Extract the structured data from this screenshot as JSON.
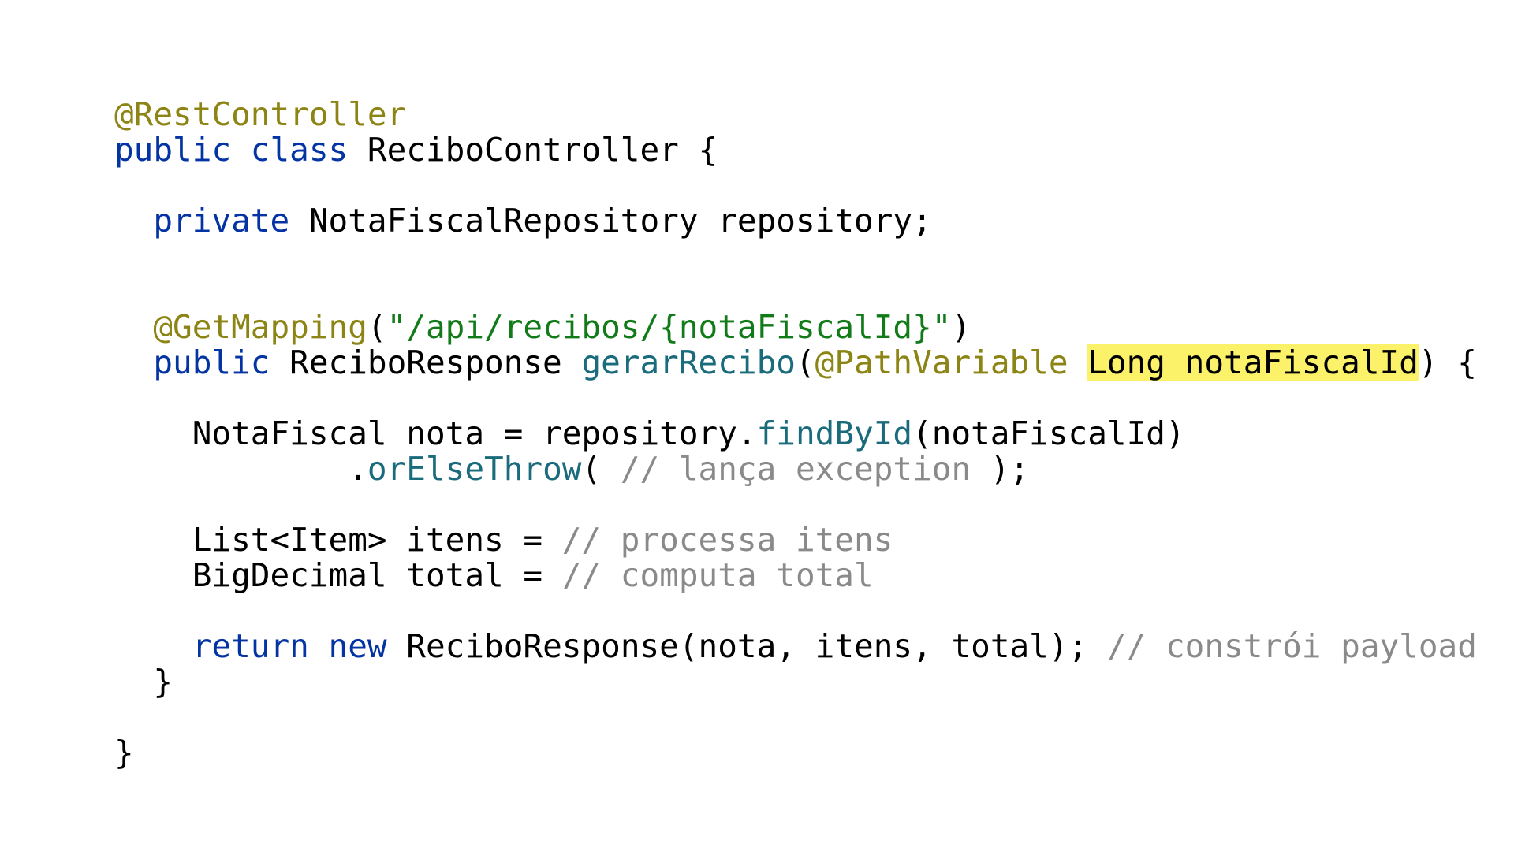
{
  "code": {
    "lines": [
      [
        {
          "text": "@RestController",
          "kind": "annotation"
        }
      ],
      [
        {
          "text": "public",
          "kind": "keyword"
        },
        {
          "text": " ",
          "kind": "plain"
        },
        {
          "text": "class",
          "kind": "keyword"
        },
        {
          "text": " ReciboController {",
          "kind": "plain"
        }
      ],
      [],
      [
        {
          "text": "  ",
          "kind": "plain"
        },
        {
          "text": "private",
          "kind": "keyword"
        },
        {
          "text": " NotaFiscalRepository repository;",
          "kind": "plain"
        }
      ],
      [],
      [],
      [
        {
          "text": "  ",
          "kind": "plain"
        },
        {
          "text": "@GetMapping",
          "kind": "annotation"
        },
        {
          "text": "(",
          "kind": "plain"
        },
        {
          "text": "\"/api/recibos/{notaFiscalId}\"",
          "kind": "string"
        },
        {
          "text": ")",
          "kind": "plain"
        }
      ],
      [
        {
          "text": "  ",
          "kind": "plain"
        },
        {
          "text": "public",
          "kind": "keyword"
        },
        {
          "text": " ReciboResponse ",
          "kind": "plain"
        },
        {
          "text": "gerarRecibo",
          "kind": "method"
        },
        {
          "text": "(",
          "kind": "plain"
        },
        {
          "text": "@PathVariable",
          "kind": "annotation"
        },
        {
          "text": " ",
          "kind": "plain"
        },
        {
          "text": "Long notaFiscalId",
          "kind": "highlight"
        },
        {
          "text": ") {",
          "kind": "plain"
        }
      ],
      [],
      [
        {
          "text": "    NotaFiscal nota = repository.",
          "kind": "plain"
        },
        {
          "text": "findById",
          "kind": "method"
        },
        {
          "text": "(notaFiscalId)",
          "kind": "plain"
        }
      ],
      [
        {
          "text": "            .",
          "kind": "plain"
        },
        {
          "text": "orElseThrow",
          "kind": "method"
        },
        {
          "text": "( ",
          "kind": "plain"
        },
        {
          "text": "// lança exception",
          "kind": "comment"
        },
        {
          "text": " );",
          "kind": "plain"
        }
      ],
      [],
      [
        {
          "text": "    List<Item> itens = ",
          "kind": "plain"
        },
        {
          "text": "// processa itens",
          "kind": "comment"
        }
      ],
      [
        {
          "text": "    BigDecimal total = ",
          "kind": "plain"
        },
        {
          "text": "// computa total",
          "kind": "comment"
        }
      ],
      [],
      [
        {
          "text": "    ",
          "kind": "plain"
        },
        {
          "text": "return",
          "kind": "keyword"
        },
        {
          "text": " ",
          "kind": "plain"
        },
        {
          "text": "new",
          "kind": "keyword"
        },
        {
          "text": " ReciboResponse(nota, itens, total); ",
          "kind": "plain"
        },
        {
          "text": "// constrói payload",
          "kind": "comment"
        }
      ],
      [
        {
          "text": "  }",
          "kind": "plain"
        }
      ],
      [],
      [
        {
          "text": "}",
          "kind": "plain"
        }
      ]
    ]
  }
}
